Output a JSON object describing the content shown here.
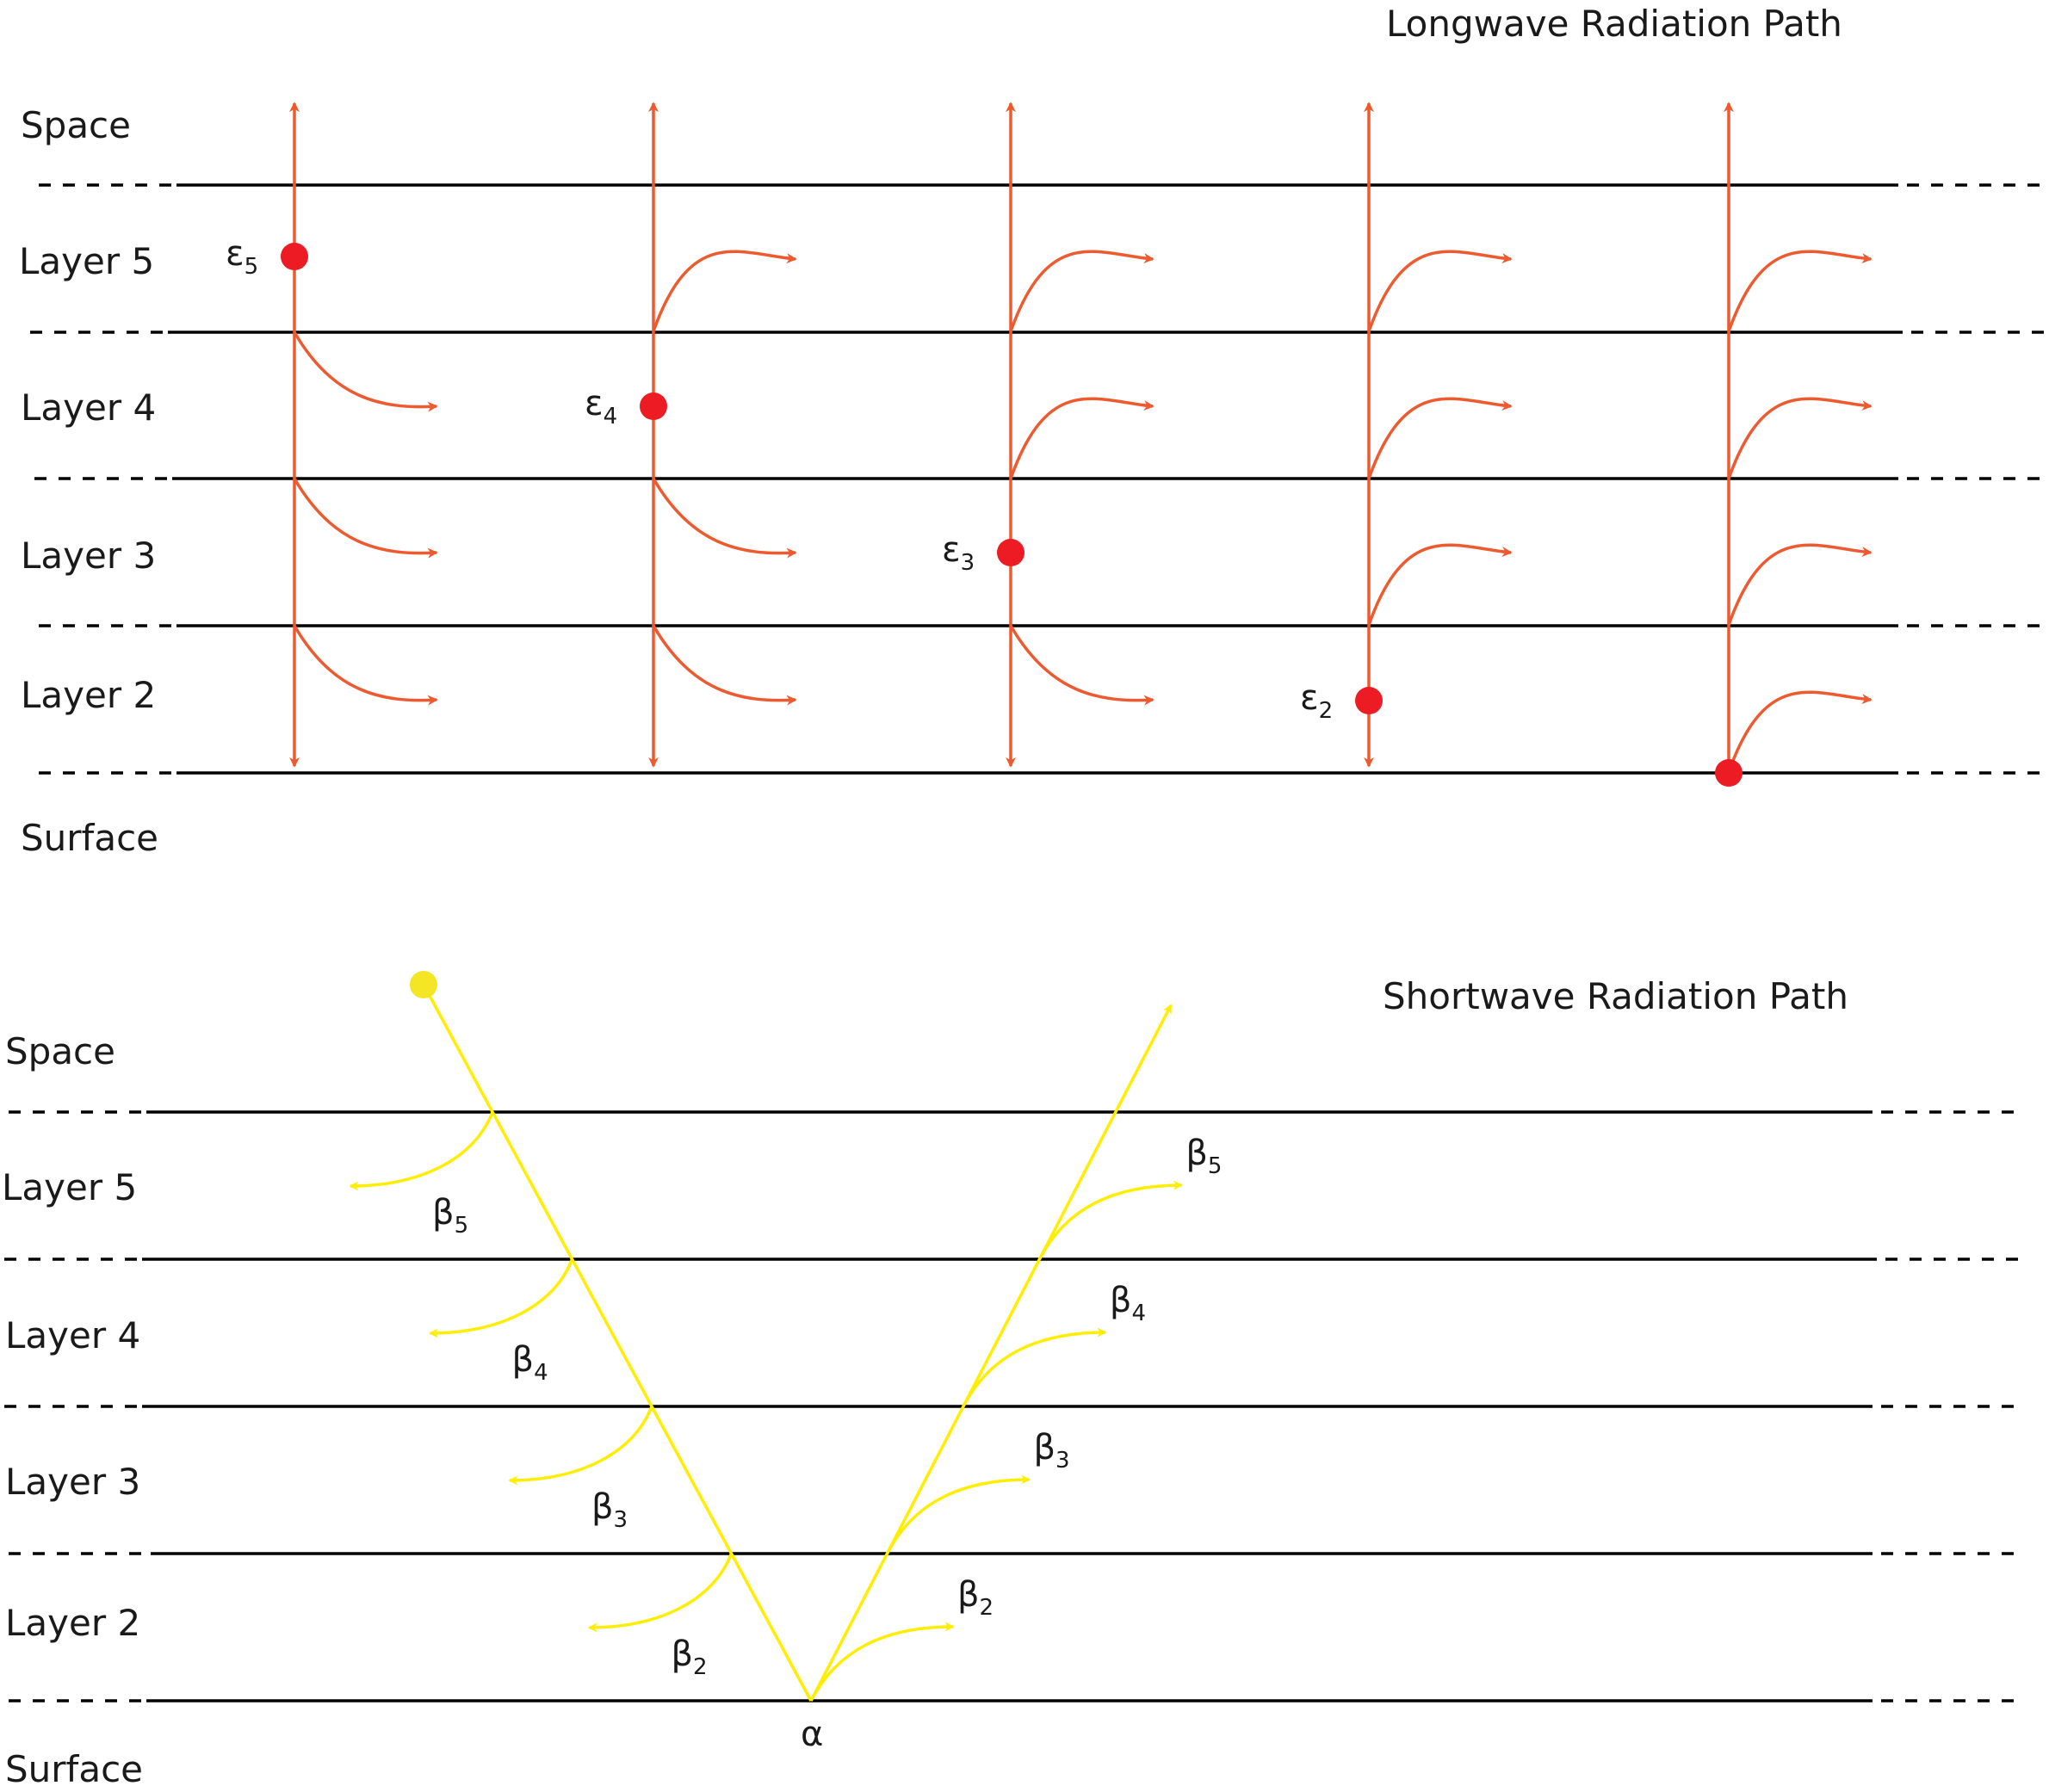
{
  "colors": {
    "longwave": "#ee5a2f",
    "emitter": "#ed1c24",
    "shortwave": "#ffee00",
    "sun": "#f5e625",
    "layer_line": "#000000",
    "text": "#1a1a1a"
  },
  "longwave": {
    "title": "Longwave Radiation Path",
    "layer_labels": [
      "Space",
      "Layer 5",
      "Layer 4",
      "Layer 3",
      "Layer 2",
      "Surface"
    ],
    "emitters": [
      {
        "symbol": "ε",
        "sub": "5"
      },
      {
        "symbol": "ε",
        "sub": "4"
      },
      {
        "symbol": "ε",
        "sub": "3"
      },
      {
        "symbol": "ε",
        "sub": "2"
      },
      {
        "symbol": "",
        "sub": ""
      }
    ]
  },
  "shortwave": {
    "title": "Shortwave Radiation Path",
    "layer_labels": [
      "Space",
      "Layer 5",
      "Layer 4",
      "Layer 3",
      "Layer 2",
      "Surface"
    ],
    "down_scatter": [
      {
        "symbol": "β",
        "sub": "5"
      },
      {
        "symbol": "β",
        "sub": "4"
      },
      {
        "symbol": "β",
        "sub": "3"
      },
      {
        "symbol": "β",
        "sub": "2"
      }
    ],
    "up_scatter": [
      {
        "symbol": "β",
        "sub": "2"
      },
      {
        "symbol": "β",
        "sub": "3"
      },
      {
        "symbol": "β",
        "sub": "4"
      },
      {
        "symbol": "β",
        "sub": "5"
      }
    ],
    "surface_symbol": "α"
  }
}
